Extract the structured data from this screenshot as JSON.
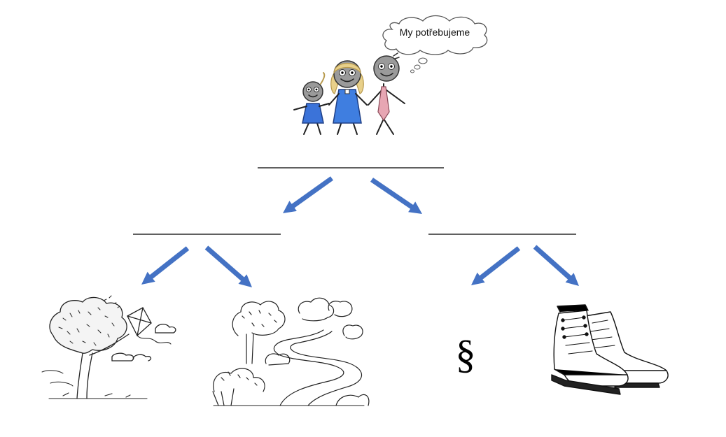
{
  "thought_bubble": {
    "text": "My potřebujeme"
  },
  "colors": {
    "arrow": "#4472C4",
    "line": "#000000",
    "child_dress": "#3b73d9",
    "mother_dress": "#3f7ee0",
    "father_tie": "#e7a6b3",
    "hair": "#e8d08a",
    "skin": "#9a9a9a"
  },
  "diagram": {
    "top_blank": "",
    "left_blank": "",
    "right_blank": ""
  },
  "leaves": {
    "section_symbol": "§",
    "icons": [
      "tree-kite-sketch",
      "landscape-path-sketch",
      "section-sign-symbol",
      "boots-sketch"
    ]
  }
}
